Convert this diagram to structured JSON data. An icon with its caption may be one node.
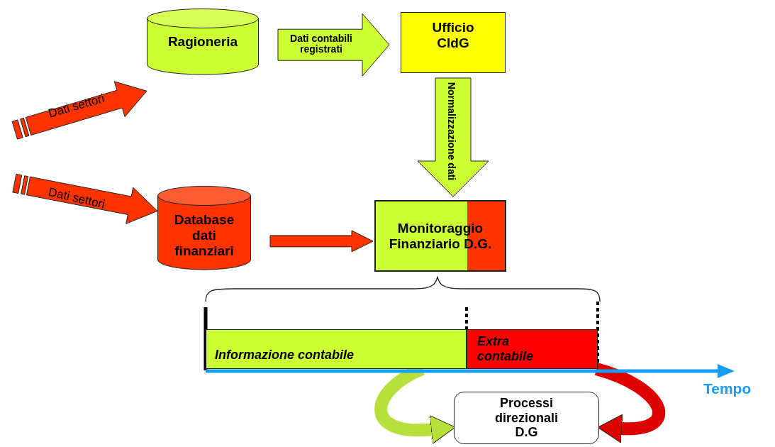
{
  "diagram": {
    "nodes": [
      {
        "text": [
          "Ragioneria"
        ]
      },
      {
        "text": [
          "Ufficio CldG"
        ]
      },
      {
        "text": [
          "Database dati finanziari"
        ]
      },
      {
        "text": [
          "Monitoraggio Finanziario D.G."
        ]
      },
      {
        "text": [
          "Informazione contabile"
        ]
      },
      {
        "text": [
          "Extra contabile"
        ]
      },
      {
        "text": [
          "Processi direzionali D.G"
        ]
      }
    ],
    "edges": [
      {
        "from": null,
        "to": 0,
        "arrow": "to",
        "label": "Dati settori",
        "color": "#ff3300"
      },
      {
        "from": null,
        "to": 2,
        "arrow": "to",
        "label": "Dati settori",
        "color": "#ff3300"
      },
      {
        "from": 0,
        "to": 1,
        "arrow": "to",
        "label": "Dati contabili registrati",
        "color": "#ccff33"
      },
      {
        "from": 1,
        "to": 3,
        "arrow": "to",
        "label": "Normalizzazione dati",
        "color": "#ccff33"
      },
      {
        "from": 2,
        "to": 3,
        "arrow": "to",
        "color": "#ff3300"
      },
      {
        "from": 4,
        "to": 6,
        "arrow": "to",
        "color": "#b8e03c"
      },
      {
        "from": 5,
        "to": 6,
        "arrow": "to",
        "color": "#dd0000"
      }
    ],
    "labels": [
      "Tempo"
    ]
  }
}
